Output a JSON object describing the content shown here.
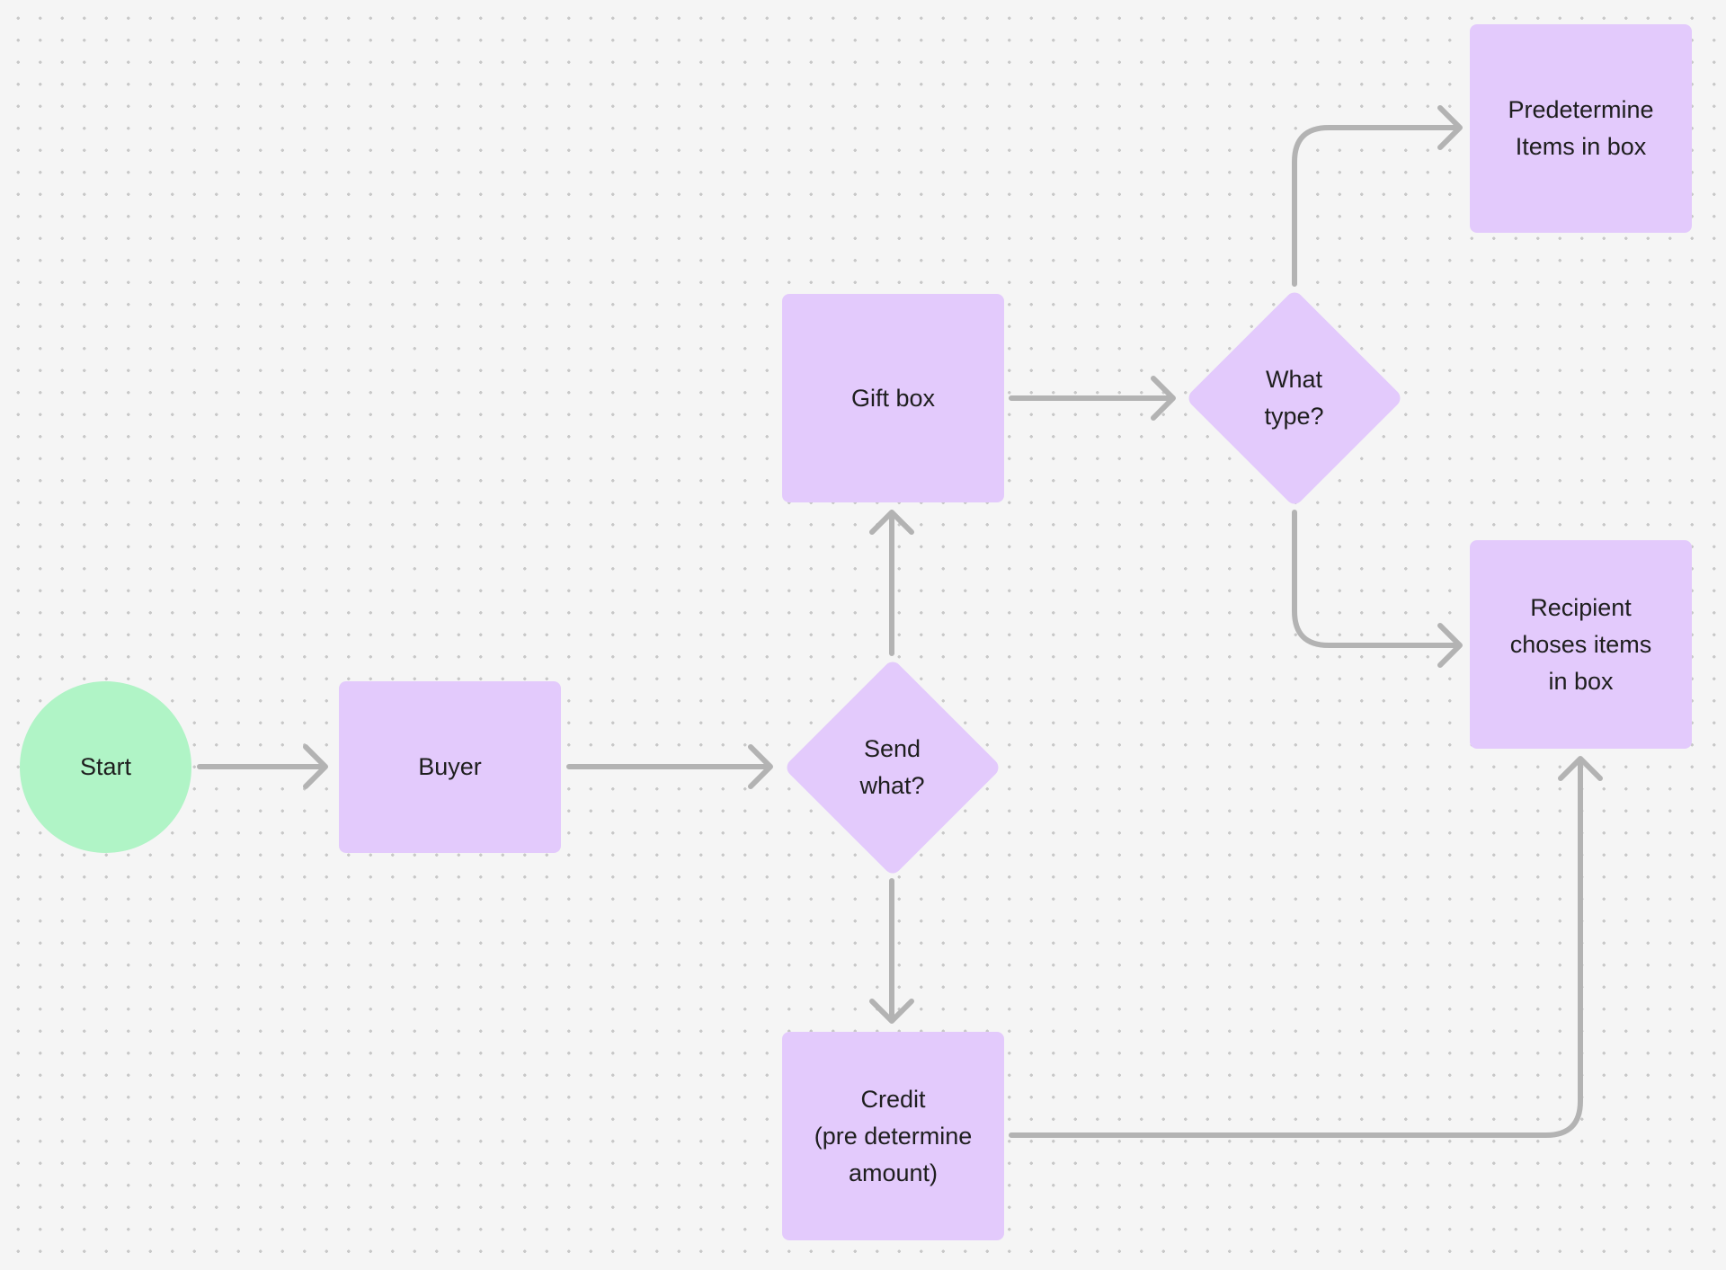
{
  "colors": {
    "background": "#f5f5f5",
    "dot": "#c8c8c8",
    "process_fill": "#e3cafc",
    "start_fill": "#b0f4c6",
    "connector": "#b3b3b3",
    "text": "#1e1e1e"
  },
  "nodes": {
    "start": {
      "label": "Start",
      "shape": "circle"
    },
    "buyer": {
      "label": "Buyer",
      "shape": "rectangle"
    },
    "send_what": {
      "label": "Send\nwhat?",
      "shape": "diamond"
    },
    "gift_box": {
      "label": "Gift box",
      "shape": "rectangle"
    },
    "what_type": {
      "label": "What\ntype?",
      "shape": "diamond"
    },
    "predetermine": {
      "label": "Predetermine\nItems in box",
      "shape": "rectangle"
    },
    "recipient": {
      "label": "Recipient\nchoses items\nin box",
      "shape": "rectangle"
    },
    "credit": {
      "label": "Credit\n(pre determine\namount)",
      "shape": "rectangle"
    }
  },
  "edges": [
    {
      "from": "start",
      "to": "buyer"
    },
    {
      "from": "buyer",
      "to": "send_what"
    },
    {
      "from": "send_what",
      "to": "gift_box"
    },
    {
      "from": "send_what",
      "to": "credit"
    },
    {
      "from": "gift_box",
      "to": "what_type"
    },
    {
      "from": "what_type",
      "to": "predetermine"
    },
    {
      "from": "what_type",
      "to": "recipient"
    },
    {
      "from": "credit",
      "to": "recipient"
    }
  ]
}
